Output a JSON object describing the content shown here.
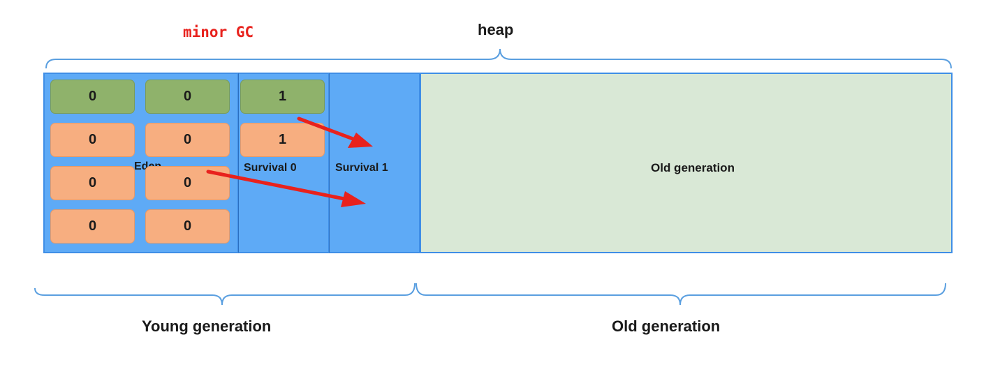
{
  "title": {
    "minor_gc": "minor GC",
    "heap": "heap"
  },
  "regions": {
    "eden": "Eden",
    "survival0": "Survival 0",
    "survival1": "Survival 1",
    "old": "Old generation"
  },
  "bottom_labels": {
    "young": "Young generation",
    "old": "Old generation"
  },
  "cells": {
    "eden": [
      {
        "value": "0",
        "color": "green"
      },
      {
        "value": "0",
        "color": "green"
      },
      {
        "value": "0",
        "color": "orange"
      },
      {
        "value": "0",
        "color": "orange"
      },
      {
        "value": "0",
        "color": "orange"
      },
      {
        "value": "0",
        "color": "orange"
      },
      {
        "value": "0",
        "color": "orange"
      },
      {
        "value": "0",
        "color": "orange"
      }
    ],
    "survival0": [
      {
        "value": "1",
        "color": "green"
      },
      {
        "value": "1",
        "color": "orange"
      }
    ]
  },
  "colors": {
    "young_fill": "#5eaaf6",
    "old_fill": "#d9e8d6",
    "border": "#3f8ee6",
    "live_cell": "#8fb26b",
    "dead_cell": "#f7ae80",
    "arrow": "#e8221d",
    "minor_gc_text": "#e8221d"
  }
}
